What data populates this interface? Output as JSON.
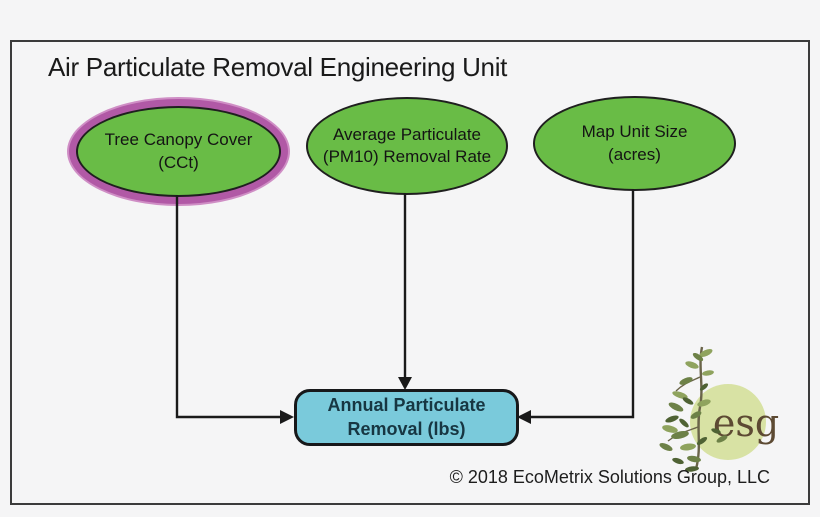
{
  "title": "Air Particulate Removal Engineering Unit",
  "diagram": {
    "inputs": [
      {
        "id": "tree-canopy-cover",
        "line1": "Tree Canopy Cover",
        "line2": "(CCt)",
        "highlighted": true
      },
      {
        "id": "avg-particulate-removal-rate",
        "line1": "Average Particulate",
        "line2": "(PM10) Removal Rate",
        "highlighted": false
      },
      {
        "id": "map-unit-size",
        "line1": "Map Unit Size",
        "line2": "(acres)",
        "highlighted": false
      }
    ],
    "output": {
      "id": "annual-particulate-removal",
      "line1": "Annual Particulate",
      "line2": "Removal (lbs)"
    }
  },
  "logo": {
    "text": "esg"
  },
  "footer": {
    "copyright": "© 2018 EcoMetrix Solutions Group, LLC"
  },
  "colors": {
    "background": "#f5f5f6",
    "frame_border": "#3b3b3b",
    "input_node_green": "#69bc46",
    "highlight_ring_purple": "#b159a6",
    "output_box_blue": "#7acadb",
    "arrow_black": "#1a1a1a",
    "logo_circle_green": "#d8e2a4",
    "logo_text_brown": "#5d4a33"
  }
}
